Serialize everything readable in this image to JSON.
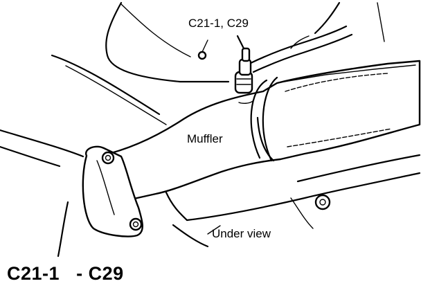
{
  "callouts": {
    "connector_pair": "C21-1, C29",
    "muffler": "Muffler",
    "view": "Under view"
  },
  "caption": {
    "from": "C21-1",
    "separator": "-",
    "to": "C29"
  },
  "colors": {
    "ink": "#000000",
    "paper": "#ffffff"
  }
}
